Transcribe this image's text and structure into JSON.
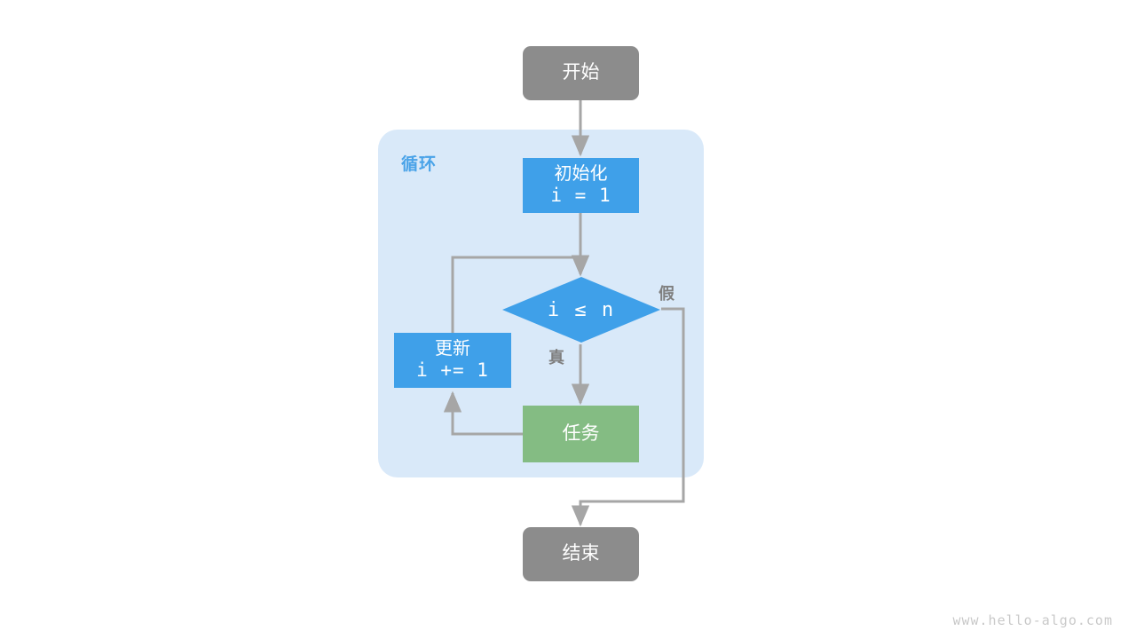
{
  "diagram": {
    "title_watermark": "www.hello-algo.com",
    "colors": {
      "terminal": "#8c8c8c",
      "process": "#3fa0e9",
      "task": "#84bc83",
      "loop_container": "#d9e9f9",
      "loop_label": "#4aa3e8",
      "edge": "#a6a6a6",
      "branch_label": "#7f7f7f",
      "node_text": "#ffffff",
      "background": "#ffffff"
    },
    "loop": {
      "label": "循环"
    },
    "nodes": {
      "start": {
        "label": "开始"
      },
      "init": {
        "label": "初始化",
        "code": "i = 1"
      },
      "condition": {
        "label": "i ≤ n"
      },
      "task": {
        "label": "任务"
      },
      "update": {
        "label": "更新",
        "code": "i += 1"
      },
      "end": {
        "label": "结束"
      }
    },
    "branches": {
      "true_label": "真",
      "false_label": "假"
    }
  }
}
